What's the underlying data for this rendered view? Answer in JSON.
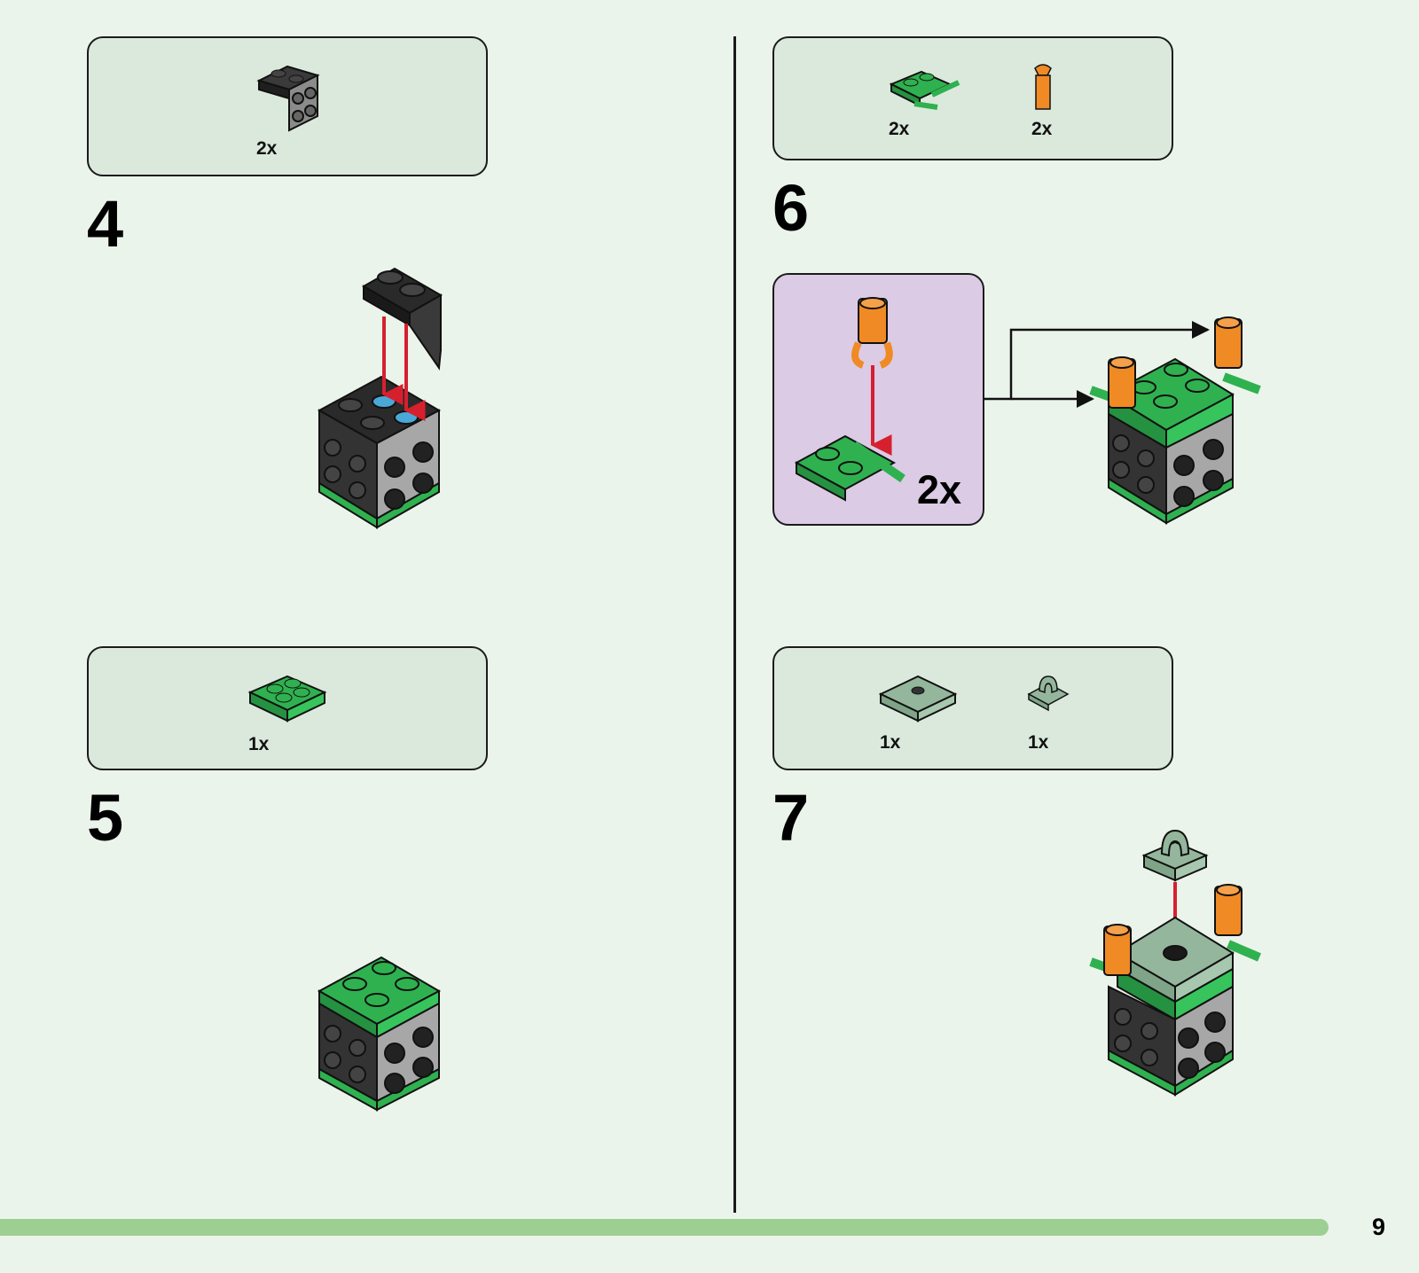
{
  "steps": [
    {
      "number": "4",
      "parts": [
        {
          "qty": "2x",
          "icon": "black-bracket-2x2-icon"
        }
      ]
    },
    {
      "number": "5",
      "parts": [
        {
          "qty": "1x",
          "icon": "green-plate-2x2-icon"
        }
      ]
    },
    {
      "number": "6",
      "parts": [
        {
          "qty": "2x",
          "icon": "green-plate-with-bars-icon"
        },
        {
          "qty": "2x",
          "icon": "orange-clip-icon"
        }
      ],
      "callout_qty": "2x"
    },
    {
      "number": "7",
      "parts": [
        {
          "qty": "1x",
          "icon": "sand-green-jumper-plate-icon"
        },
        {
          "qty": "1x",
          "icon": "sand-green-clip-tile-icon"
        }
      ]
    }
  ],
  "page_number": "9",
  "colors": {
    "background": "#ebf4eb",
    "parts_box": "#dbe9dc",
    "callout": "#dccbe5",
    "progress": "#9dcf92",
    "arrow_red": "#d6202e",
    "brick_green": "#2fb150",
    "brick_black": "#2a2a2a",
    "brick_gray": "#a7a7a7",
    "orange": "#f08a24",
    "sand_green": "#94b69c"
  }
}
